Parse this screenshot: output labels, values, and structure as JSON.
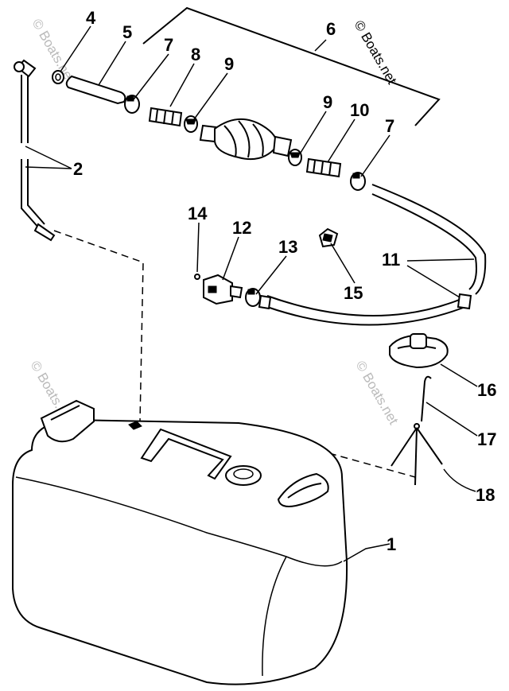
{
  "watermark": {
    "main": "© Boats.net",
    "faint": "© Boats.net"
  },
  "callouts": [
    {
      "id": "c1",
      "text": "1"
    },
    {
      "id": "c2",
      "text": "2"
    },
    {
      "id": "c4",
      "text": "4"
    },
    {
      "id": "c5",
      "text": "5"
    },
    {
      "id": "c6",
      "text": "6"
    },
    {
      "id": "c7a",
      "text": "7"
    },
    {
      "id": "c7b",
      "text": "7"
    },
    {
      "id": "c8",
      "text": "8"
    },
    {
      "id": "c9a",
      "text": "9"
    },
    {
      "id": "c9b",
      "text": "9"
    },
    {
      "id": "c10",
      "text": "10"
    },
    {
      "id": "c11",
      "text": "11"
    },
    {
      "id": "c12",
      "text": "12"
    },
    {
      "id": "c13",
      "text": "13"
    },
    {
      "id": "c14",
      "text": "14"
    },
    {
      "id": "c15",
      "text": "15"
    },
    {
      "id": "c16",
      "text": "16"
    },
    {
      "id": "c17",
      "text": "17"
    },
    {
      "id": "c18",
      "text": "18"
    }
  ]
}
